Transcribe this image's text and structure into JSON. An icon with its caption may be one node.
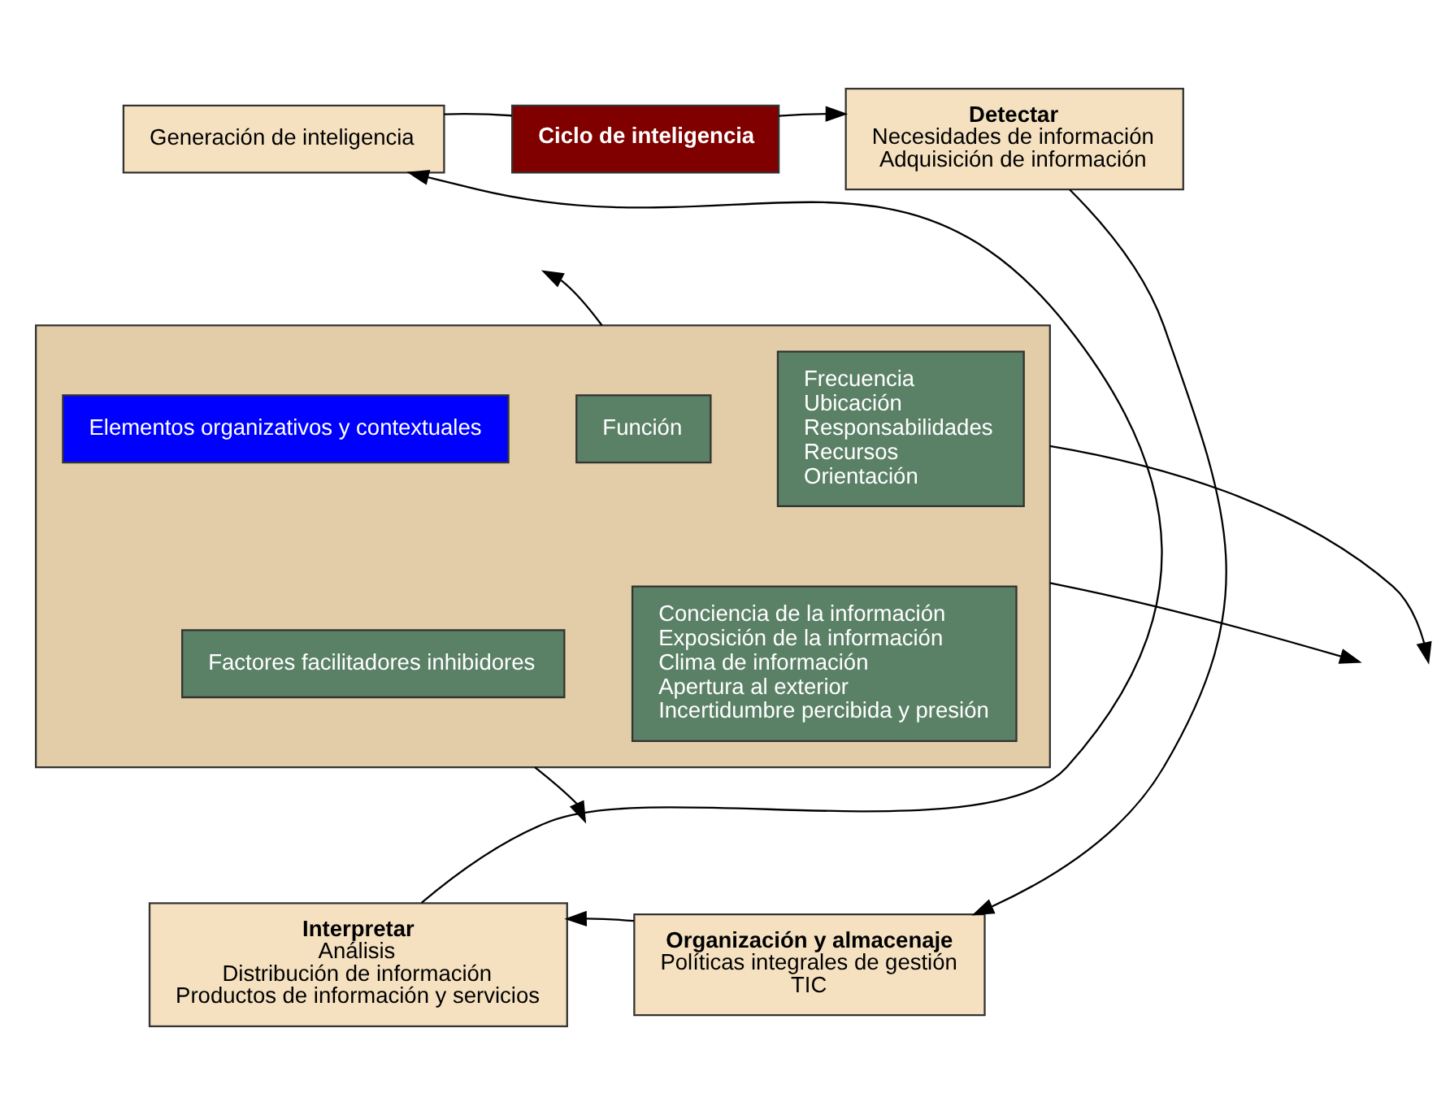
{
  "diagram": {
    "nodes": [
      {
        "text": [
          "Ciclo de inteligencia"
        ]
      },
      {
        "text": [
          "Generación de inteligencia"
        ]
      },
      {
        "text": [
          "Detectar",
          "Necesidades de información",
          "Adquisición de información"
        ]
      },
      {
        "text": [],
        "shape": "box"
      },
      {
        "text": [
          "Elementos organizativos y contextuales"
        ],
        "in": 3
      },
      {
        "text": [
          "Función"
        ],
        "in": 3
      },
      {
        "text": [
          "Frecuencia",
          "Ubicación",
          "Responsabilidades",
          "Recursos",
          "Orientación"
        ],
        "in": 3
      },
      {
        "text": [
          "Factores facilitadores inhibidores"
        ],
        "in": 3
      },
      {
        "text": [
          "Conciencia de la información",
          "Exposición de la información",
          "Clima de información",
          "Apertura al exterior",
          "Incertidumbre percibida y presión"
        ],
        "in": 3
      },
      {
        "text": [
          "Interpretar",
          "Análisis",
          "Distribución de información",
          "Productos de información y servicios"
        ]
      },
      {
        "text": [
          "Organización y almacenaje",
          "Políticas integrales de gestión",
          "TIC"
        ]
      }
    ],
    "edges": [
      {
        "from": 0,
        "to": 2,
        "arrow": "to"
      },
      {
        "from": 2,
        "to": 10,
        "arrow": "to"
      },
      {
        "from": 10,
        "to": 9,
        "arrow": "to"
      },
      {
        "from": 9,
        "to": 1,
        "arrow": "to"
      },
      {
        "from": 1,
        "to": 0,
        "arrow": "none"
      },
      {
        "from": 3,
        "to": null,
        "arrow": "to"
      },
      {
        "from": 3,
        "to": null,
        "arrow": "to"
      },
      {
        "from": 3,
        "to": null,
        "arrow": "to"
      },
      {
        "from": 3,
        "to": null,
        "arrow": "to"
      }
    ]
  }
}
